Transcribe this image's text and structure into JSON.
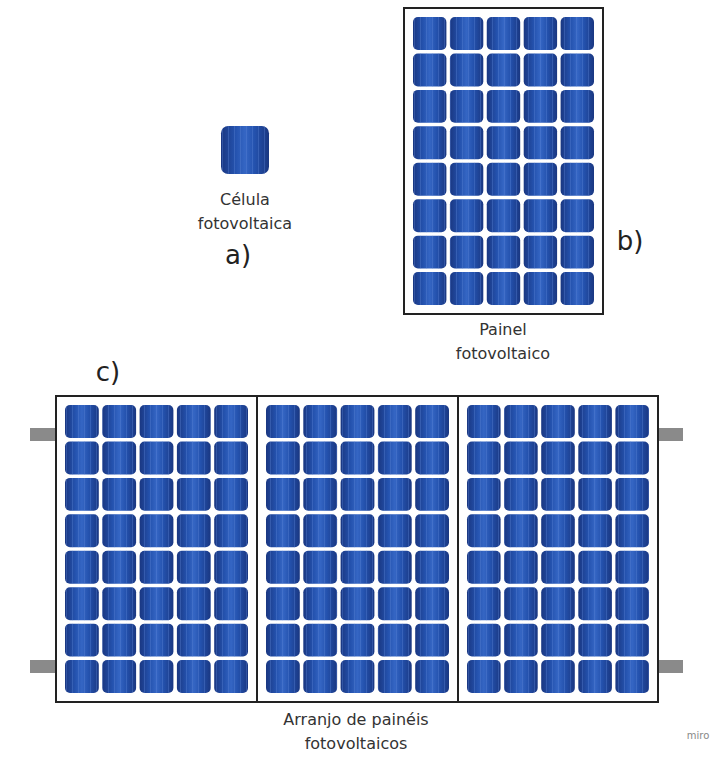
{
  "diagram": {
    "labels": [
      "Célula fotovoltaica",
      "a)",
      "Painel fotovoltaico",
      "b)",
      "c)",
      "Arranjo de painéis fotovoltaicos",
      "miro"
    ]
  }
}
